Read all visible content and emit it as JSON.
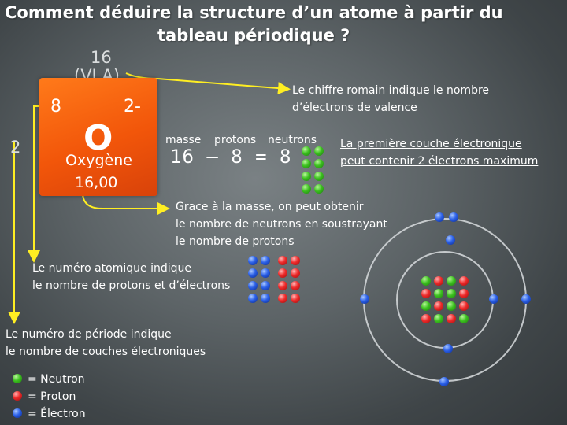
{
  "title": {
    "line1": "Comment déduire la structure d’un atome à partir du",
    "line2": "tableau périodique ?"
  },
  "element": {
    "group_number": "16",
    "group_roman": "(VI A)",
    "atomic_number": "8",
    "charge": "2-",
    "symbol": "O",
    "name": "Oxygène",
    "mass": "16,00",
    "period": "2"
  },
  "annotations": {
    "valence_line1": "Le chiffre romain indique le nombre",
    "valence_line2": "d’électrons de valence",
    "equation_masse": "masse",
    "equation_protons": "protons",
    "equation_neutrons": "neutrons",
    "equation": "16 – 8 = 8",
    "first_shell_line1": "La première couche électronique",
    "first_shell_line2": "peut contenir 2 électrons maximum",
    "mass_line1": "Grace à la masse, on peut obtenir",
    "mass_line2": "le nombre de neutrons en soustrayant",
    "mass_line3": "le nombre de protons",
    "atomic_line1": "Le numéro atomique indique",
    "atomic_line2": "le nombre de protons et d’électrons",
    "period_line1": "Le numéro de période indique",
    "period_line2": "le nombre de couches électroniques"
  },
  "legend": {
    "neutron": "= Neutron",
    "proton": "= Proton",
    "electron": "= Électron"
  },
  "colors": {
    "neutron": "#3cc21f",
    "proton": "#ee2a2a",
    "electron": "#2a5fe8",
    "arrow": "#ffee22",
    "tile": "#f2560a"
  }
}
